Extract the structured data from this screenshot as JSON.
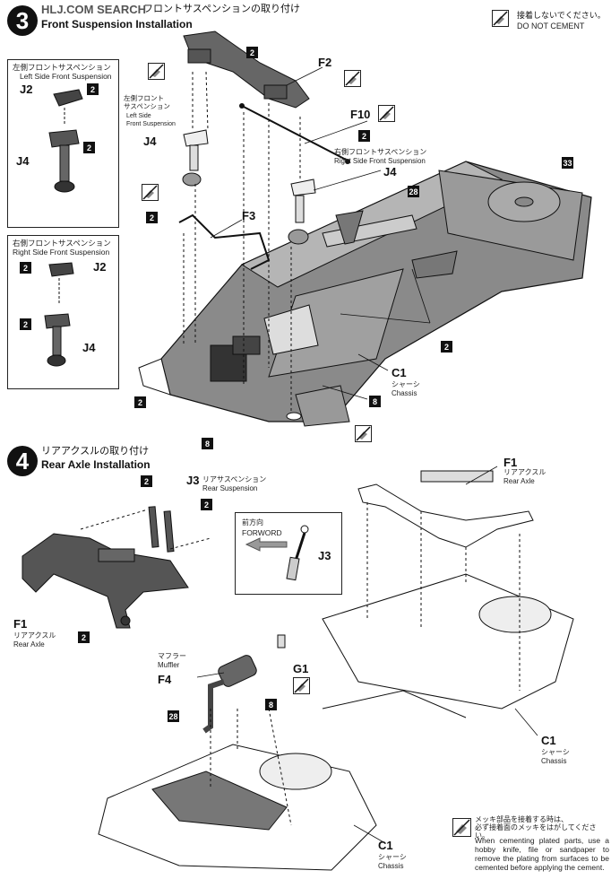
{
  "header_overlay": "HLJ.COM SEARCH",
  "step3": {
    "number": "3",
    "title_jp": "フロントサスペンションの取り付け",
    "title_en": "Front Suspension Installation"
  },
  "do_not_cement": {
    "jp": "接着しないでください。",
    "en": "DO NOT CEMENT"
  },
  "left_front_box": {
    "jp": "左側フロントサスペンション",
    "en": "Left Side Front Suspension",
    "label_j2": "J2",
    "label_j4": "J4",
    "badge_a": "2",
    "badge_b": "2"
  },
  "right_front_box": {
    "jp": "右側フロントサスペンション",
    "en": "Right Side Front Suspension",
    "label_j2": "J2",
    "label_j4": "J4",
    "badge_a": "2",
    "badge_b": "2"
  },
  "step3_parts": {
    "f2": "F2",
    "f10": "F10",
    "f3": "F3",
    "j4_left": "J4",
    "j4_right": "J4",
    "left_susp_jp": "左側フロント\nサスペンション",
    "left_susp_en": "Left Side\nFront Suspension",
    "right_susp_jp": "右側フロントサスペンション",
    "right_susp_en": "Right Side Front Suspension",
    "c1": "C1",
    "c1_jp": "シャーシ",
    "c1_en": "Chassis",
    "badge_2": "2",
    "badge_8": "8",
    "badge_28": "28",
    "badge_33": "33"
  },
  "step4": {
    "number": "4",
    "title_jp": "リアアクスルの取り付け",
    "title_en": "Rear Axle Installation"
  },
  "step4_parts": {
    "j3": "J3",
    "j3_jp": "リアサスペンション",
    "j3_en": "Rear Suspension",
    "f1": "F1",
    "f1_jp": "リアアクスル",
    "f1_en": "Rear Axle",
    "forward_jp": "前方向",
    "forward_en": "FORWORD",
    "muffler_jp": "マフラー",
    "muffler_en": "Muffler",
    "f4": "F4",
    "g1": "G1",
    "c1": "C1",
    "c1_jp": "シャーシ",
    "c1_en": "Chassis",
    "badge_2": "2",
    "badge_8": "8",
    "badge_28": "28"
  },
  "plated_note": {
    "jp": "メッキ部品を接着する時は、\n必ず接着面のメッキをはがしてください。",
    "en": "When cementing plated parts, use a hobby knife, file or sandpaper to remove the plating from surfaces to be cemented before applying the cement."
  }
}
